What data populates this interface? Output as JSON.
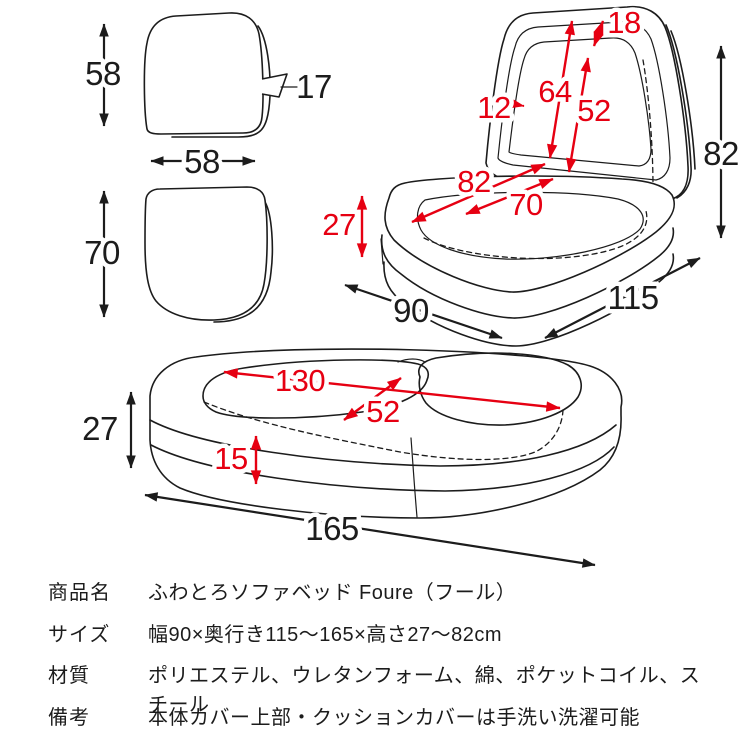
{
  "colors": {
    "line_black": "#1c1c1c",
    "dimension_red": "#e60012",
    "background": "#ffffff"
  },
  "dims": {
    "back_cushion_height": "58",
    "back_cushion_thickness": "17",
    "cushion_width": "58",
    "seat_cushion_height": "70",
    "backrest_top_thickness": "18",
    "backrest_side_thickness": "12",
    "backrest_inner_height": "64",
    "backrest_cushion_height": "52",
    "seat_width": "82",
    "seat_cushion_width": "70",
    "seat_height": "27",
    "chair_total_height": "82",
    "chair_depth": "115",
    "chair_width": "90",
    "bed_height": "27",
    "bed_sleeping_length": "130",
    "bed_sleeping_width": "52",
    "bed_base_height": "15",
    "bed_total_length": "165"
  },
  "spec_table": {
    "rows": [
      {
        "label": "商品名",
        "value": "ふわとろソファベッド Foure（フール）"
      },
      {
        "label": "サイズ",
        "value": "幅90×奥行き115～165×高さ27～82cm"
      },
      {
        "label": "材質",
        "value": "ポリエステル、ウレタンフォーム、綿、ポケットコイル、スチール"
      },
      {
        "label": "備考",
        "value": "本体カバー上部・クッションカバーは手洗い洗濯可能"
      }
    ]
  }
}
